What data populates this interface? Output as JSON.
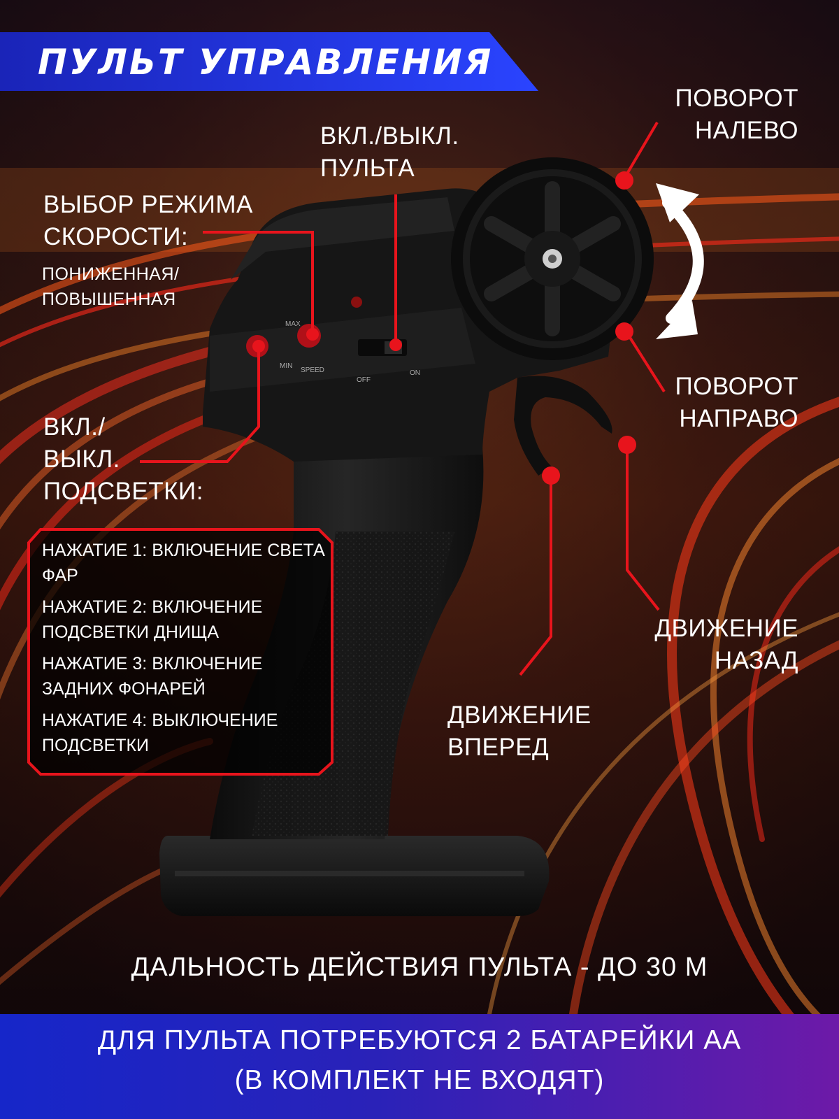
{
  "title": "Пульт управления",
  "labels": {
    "power_switch": [
      "ВКЛ./ВЫКЛ.",
      "ПУЛЬТА"
    ],
    "speed_mode": [
      "ВЫБОР РЕЖИМА",
      "СКОРОСТИ:"
    ],
    "speed_mode_sub": [
      "ПОНИЖЕННАЯ/",
      "ПОВЫШЕННАЯ"
    ],
    "lights_toggle": [
      "ВКЛ./",
      "ВЫКЛ.",
      "ПОДСВЕТКИ:"
    ],
    "turn_left": [
      "ПОВОРОТ",
      "НАЛЕВО"
    ],
    "turn_right": [
      "ПОВОРОТ",
      "НАПРАВО"
    ],
    "move_back": [
      "ДВИЖЕНИЕ",
      "НАЗАД"
    ],
    "move_forward": [
      "ДВИЖЕНИЕ",
      "ВПЕРЕД"
    ]
  },
  "lights_modes": [
    "НАЖАТИЕ 1: ВКЛЮЧЕНИЕ СВЕТА ФАР",
    "НАЖАТИЕ 2: ВКЛЮЧЕНИЕ ПОДСВЕТКИ ДНИЩА",
    "НАЖАТИЕ 3: ВКЛЮЧЕНИЕ ЗАДНИХ ФОНАРЕЙ",
    "НАЖАТИЕ 4: ВЫКЛЮЧЕНИЕ ПОДСВЕТКИ"
  ],
  "remote_markings": {
    "max": "MAX",
    "min": "MIN",
    "speed": "SPEED",
    "off": "OFF",
    "on": "ON"
  },
  "range_text": "ДАЛЬНОСТЬ ДЕЙСТВИЯ ПУЛЬТА - ДО 30 М",
  "battery_note": [
    "ДЛЯ ПУЛЬТА ПОТРЕБУЮТСЯ 2 БАТАРЕЙКИ АА",
    "(В КОМПЛЕКТ НЕ ВХОДЯТ)"
  ],
  "colors": {
    "accent_red": "#e8141c",
    "banner_blue": "#1f2fd6",
    "bottom_gradient_start": "#1626c9",
    "bottom_gradient_end": "#6d1aa8",
    "remote_body": "#141414"
  },
  "icons": [
    "rotate-arrow-icon",
    "callout-dot-icon"
  ]
}
